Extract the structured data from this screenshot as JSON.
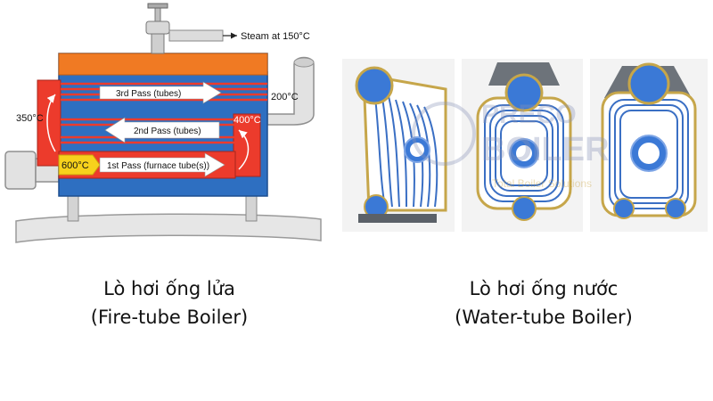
{
  "fire_tube": {
    "labels": {
      "steam": "Steam at 150°C",
      "exhaust_temp": "200°C",
      "rear_temp": "350°C",
      "turn_temp": "400°C",
      "furnace_temp": "600°C",
      "pass3": "3rd Pass (tubes)",
      "pass2": "2nd Pass (tubes)",
      "pass1": "1st Pass (furnace tube(s))"
    },
    "caption_line1": "Lò hơi ống lửa",
    "caption_line2": "(Fire-tube Boiler)"
  },
  "water_tube": {
    "watermark_top": "PRECO",
    "watermark_mid": "BOILER",
    "watermark_sub": "Total Boiler Solutions",
    "caption_line1": "Lò hơi ống nước",
    "caption_line2": "(Water-tube Boiler)"
  },
  "colors": {
    "shell_blue": "#2e6fc1",
    "top_orange": "#f07a23",
    "hot_red": "#ec3b2c",
    "flame_yellow": "#f7d21c",
    "drum_blue": "#3b79d6",
    "casing_gray": "#5b6168"
  }
}
